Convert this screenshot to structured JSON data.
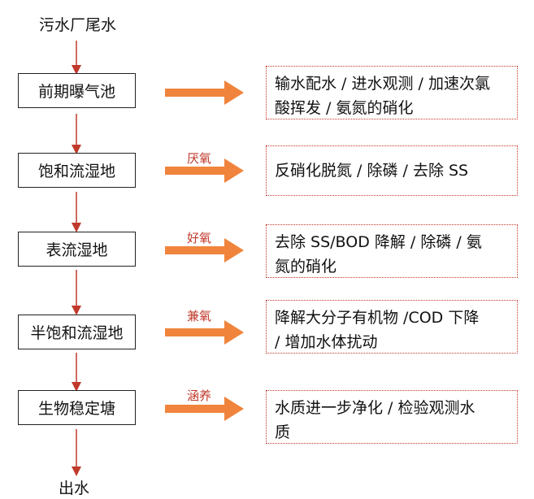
{
  "source_label": "污水厂尾水",
  "outlet_label": "出水",
  "colors": {
    "flow_arrow": "#c0392b",
    "process_arrow": "#f0843c",
    "box_border": "#222222",
    "desc_border": "#c0392b",
    "condition_text": "#c0392b"
  },
  "stages": [
    {
      "name": "前期曝气池",
      "condition": "",
      "functions": [
        "输水配水 / 进水观测 / 加速次氯",
        "酸挥发 / 氨氮的硝化"
      ]
    },
    {
      "name": "饱和流湿地",
      "condition": "厌氧",
      "functions": [
        "反硝化脱氮 / 除磷 / 去除 SS"
      ]
    },
    {
      "name": "表流湿地",
      "condition": "好氧",
      "functions": [
        "去除 SS/BOD 降解 / 除磷 / 氨",
        "氮的硝化"
      ]
    },
    {
      "name": "半饱和流湿地",
      "condition": "兼氧",
      "functions": [
        "降解大分子有机物 /COD 下降",
        "/ 增加水体扰动"
      ]
    },
    {
      "name": "生物稳定塘",
      "condition": "涵养",
      "functions": [
        "水质进一步净化 / 检验观测水",
        "质"
      ]
    }
  ]
}
